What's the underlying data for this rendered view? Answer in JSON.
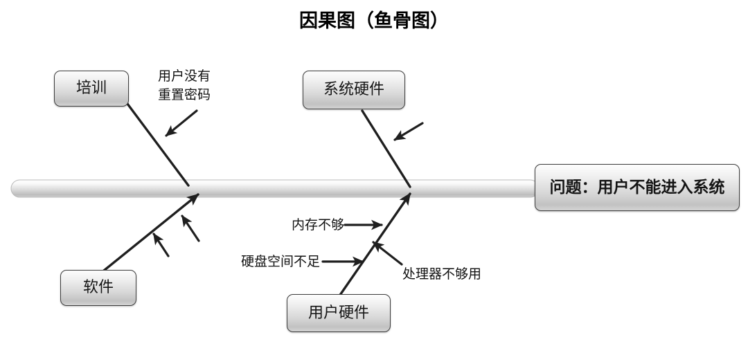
{
  "title": "因果图（鱼骨图）",
  "diagram": {
    "type": "fishbone",
    "problem": {
      "label": "问题：用户不能进入系统"
    },
    "categories": [
      {
        "id": "training",
        "label": "培训",
        "position": "top-left"
      },
      {
        "id": "system-hw",
        "label": "系统硬件",
        "position": "top-right"
      },
      {
        "id": "software",
        "label": "软件",
        "position": "bottom-left"
      },
      {
        "id": "user-hardware",
        "label": "用户硬件",
        "position": "bottom-right"
      }
    ],
    "causes": [
      {
        "id": "no-password-reset",
        "lines": [
          "用户没有",
          "重置密码"
        ],
        "branch": "training"
      },
      {
        "id": "memory-low",
        "lines": [
          "内存不够"
        ],
        "branch": "user-hardware"
      },
      {
        "id": "disk-space-low",
        "lines": [
          "硬盘空间不足"
        ],
        "branch": "user-hardware"
      },
      {
        "id": "cpu-weak",
        "lines": [
          "处理器不够用"
        ],
        "branch": "user-hardware"
      }
    ],
    "colors": {
      "line": "#1f1f1f",
      "box_border": "#3d3d3d",
      "box_fill_top": "#fdfdfd",
      "box_fill_bottom": "#c2c2c2",
      "text": "#111111",
      "background": "#ffffff"
    }
  }
}
